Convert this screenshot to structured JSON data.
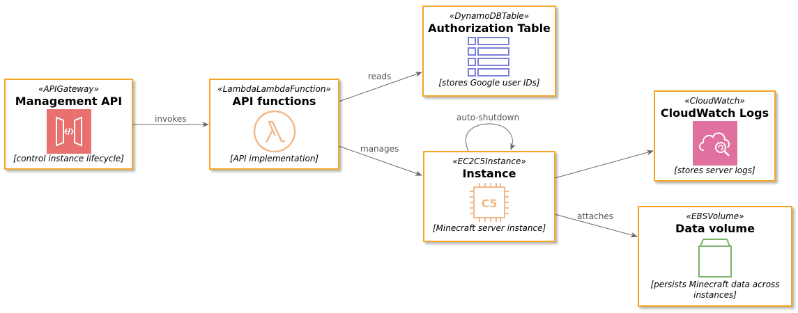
{
  "colors": {
    "border": "#f5a623",
    "edge": "#666666",
    "api_gateway": "#e8706f",
    "lambda": "#f0b98c",
    "dynamodb": "#7b7fdc",
    "ec2": "#f0b98c",
    "cloudwatch": "#e0709d",
    "ebs": "#7cb36a"
  },
  "nodes": {
    "management_api": {
      "stereotype": "«APIGateway»",
      "title": "Management API",
      "description": "[control instance lifecycle]",
      "icon": "api-gateway-icon"
    },
    "api_functions": {
      "stereotype": "«LambdaLambdaFunction»",
      "title": "API functions",
      "description": "[API implementation]",
      "icon": "lambda-icon"
    },
    "authorization_table": {
      "stereotype": "«DynamoDBTable»",
      "title": "Authorization Table",
      "description": "[stores Google user IDs]",
      "icon": "dynamodb-table-icon"
    },
    "instance": {
      "stereotype": "«EC2C5Instance»",
      "title": "Instance",
      "description": "[Minecraft server instance]",
      "icon": "ec2-c5-chip-icon",
      "icon_text": "C5"
    },
    "cloudwatch_logs": {
      "stereotype": "«CloudWatch»",
      "title": "CloudWatch Logs",
      "description": "[stores server logs]",
      "icon": "cloudwatch-icon"
    },
    "data_volume": {
      "stereotype": "«EBSVolume»",
      "title": "Data volume",
      "description_line1": "[persists Minecraft data across",
      "description_line2": "instances]",
      "icon": "ebs-volume-icon"
    }
  },
  "edges": {
    "invokes": "invokes",
    "reads": "reads",
    "manages": "manages",
    "auto_shutdown": "auto-shutdown",
    "attaches": "attaches"
  }
}
